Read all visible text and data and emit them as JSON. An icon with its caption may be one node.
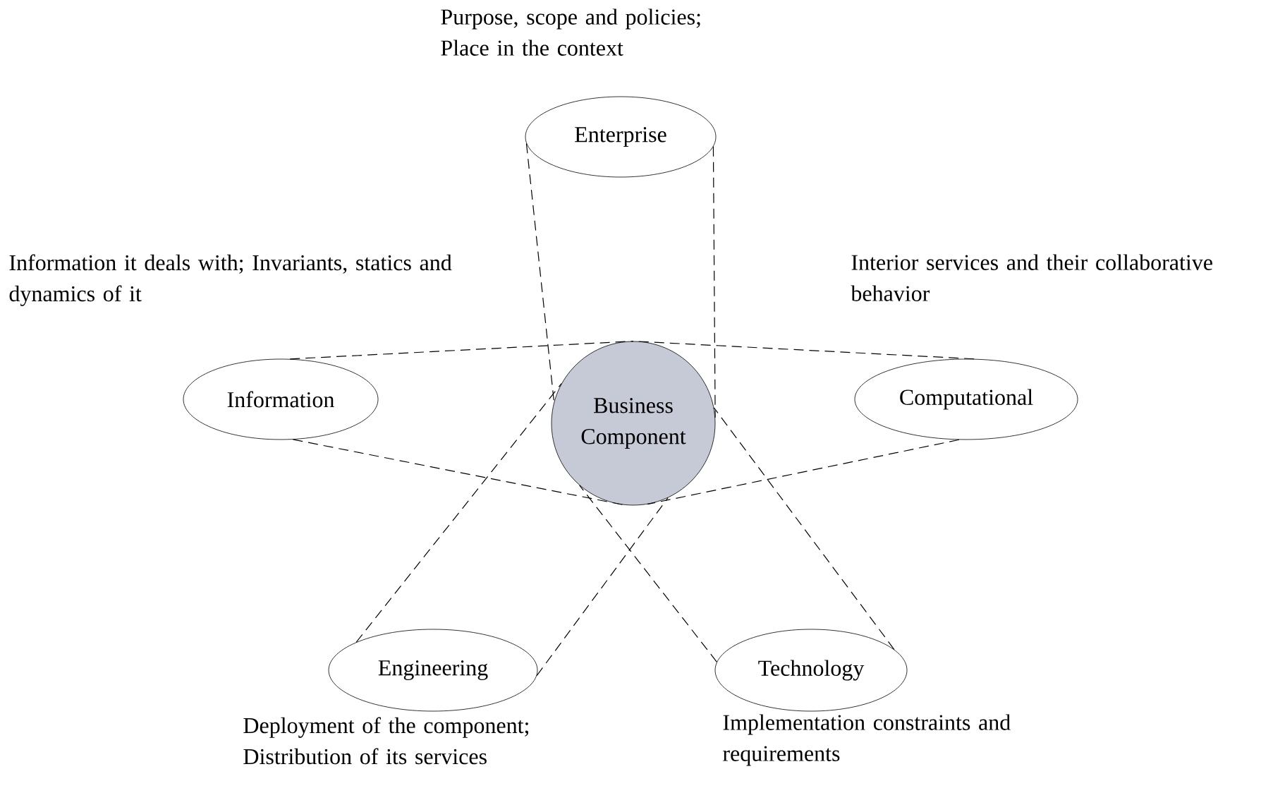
{
  "diagram": {
    "nodes": [
      {
        "text": [
          "Business Component"
        ]
      },
      {
        "text": [
          "Enterprise"
        ],
        "beside": [
          "Purpose, scope and policies; Place in the context"
        ]
      },
      {
        "text": [
          "Information"
        ],
        "beside": [
          "Information it deals with; Invariants, statics and dynamics of it"
        ]
      },
      {
        "text": [
          "Computational"
        ],
        "beside": [
          "Interior services and their collaborative behavior"
        ]
      },
      {
        "text": [
          "Engineering"
        ],
        "beside": [
          "Deployment of the component; Distribution of its services"
        ]
      },
      {
        "text": [
          "Technology"
        ],
        "beside": [
          "Implementation constraints and requirements"
        ]
      }
    ],
    "edges": [
      {
        "from": 1,
        "to": 0,
        "arrow": "none",
        "style": "dashed"
      },
      {
        "from": 1,
        "to": 0,
        "arrow": "none",
        "style": "dashed"
      },
      {
        "from": 2,
        "to": 0,
        "arrow": "none",
        "style": "dashed"
      },
      {
        "from": 2,
        "to": 0,
        "arrow": "none",
        "style": "dashed"
      },
      {
        "from": 3,
        "to": 0,
        "arrow": "none",
        "style": "dashed"
      },
      {
        "from": 3,
        "to": 0,
        "arrow": "none",
        "style": "dashed"
      },
      {
        "from": 4,
        "to": 0,
        "arrow": "none",
        "style": "dashed"
      },
      {
        "from": 4,
        "to": 0,
        "arrow": "none",
        "style": "dashed"
      },
      {
        "from": 5,
        "to": 0,
        "arrow": "none",
        "style": "dashed"
      },
      {
        "from": 5,
        "to": 0,
        "arrow": "none",
        "style": "dashed"
      }
    ]
  }
}
